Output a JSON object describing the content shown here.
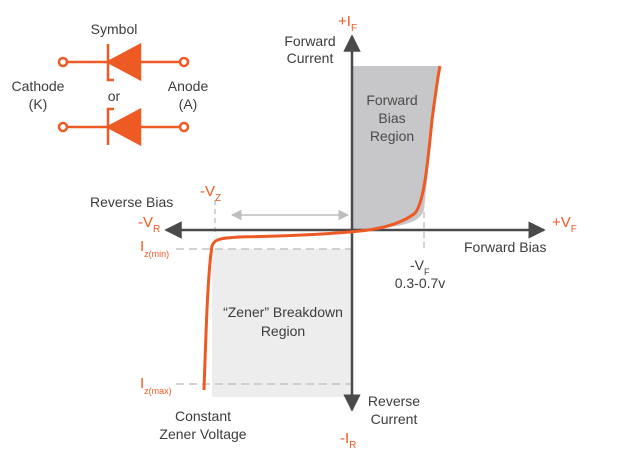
{
  "symbol": {
    "title": "Symbol",
    "or": "or",
    "cathode_line1": "Cathode",
    "cathode_line2": "(K)",
    "anode_line1": "Anode",
    "anode_line2": "(A)"
  },
  "axes": {
    "plus_i": "+I",
    "plus_i_sub": "F",
    "forward_current_1": "Forward",
    "forward_current_2": "Current",
    "minus_i": "-I",
    "minus_i_sub": "R",
    "reverse_current_1": "Reverse",
    "reverse_current_2": "Current",
    "plus_v": "+V",
    "plus_v_sub": "F",
    "minus_v": "-V",
    "minus_v_sub": "R",
    "reverse_bias": "Reverse Bias",
    "forward_bias": "Forward Bias"
  },
  "regions": {
    "forward_1": "Forward",
    "forward_2": "Bias",
    "forward_3": "Region",
    "zener_1": "“Zener” Breakdown",
    "zener_2": "Region"
  },
  "markers": {
    "vz": "-V",
    "vz_sub": "Z",
    "vf": "-V",
    "vf_sub": "F",
    "vf_range": "0.3-0.7v",
    "iz_min": "I",
    "iz_min_sub": "z(min)",
    "iz_max": "I",
    "iz_max_sub": "z(max)",
    "constant_1": "Constant",
    "constant_2": "Zener Voltage"
  },
  "colors": {
    "accent": "#ee5a24",
    "axis": "#4a4a4a",
    "text": "#3c3c3c",
    "forward_region": "#c7c7c9",
    "zener_region": "#ededed",
    "dashed": "#c4c4c4"
  }
}
